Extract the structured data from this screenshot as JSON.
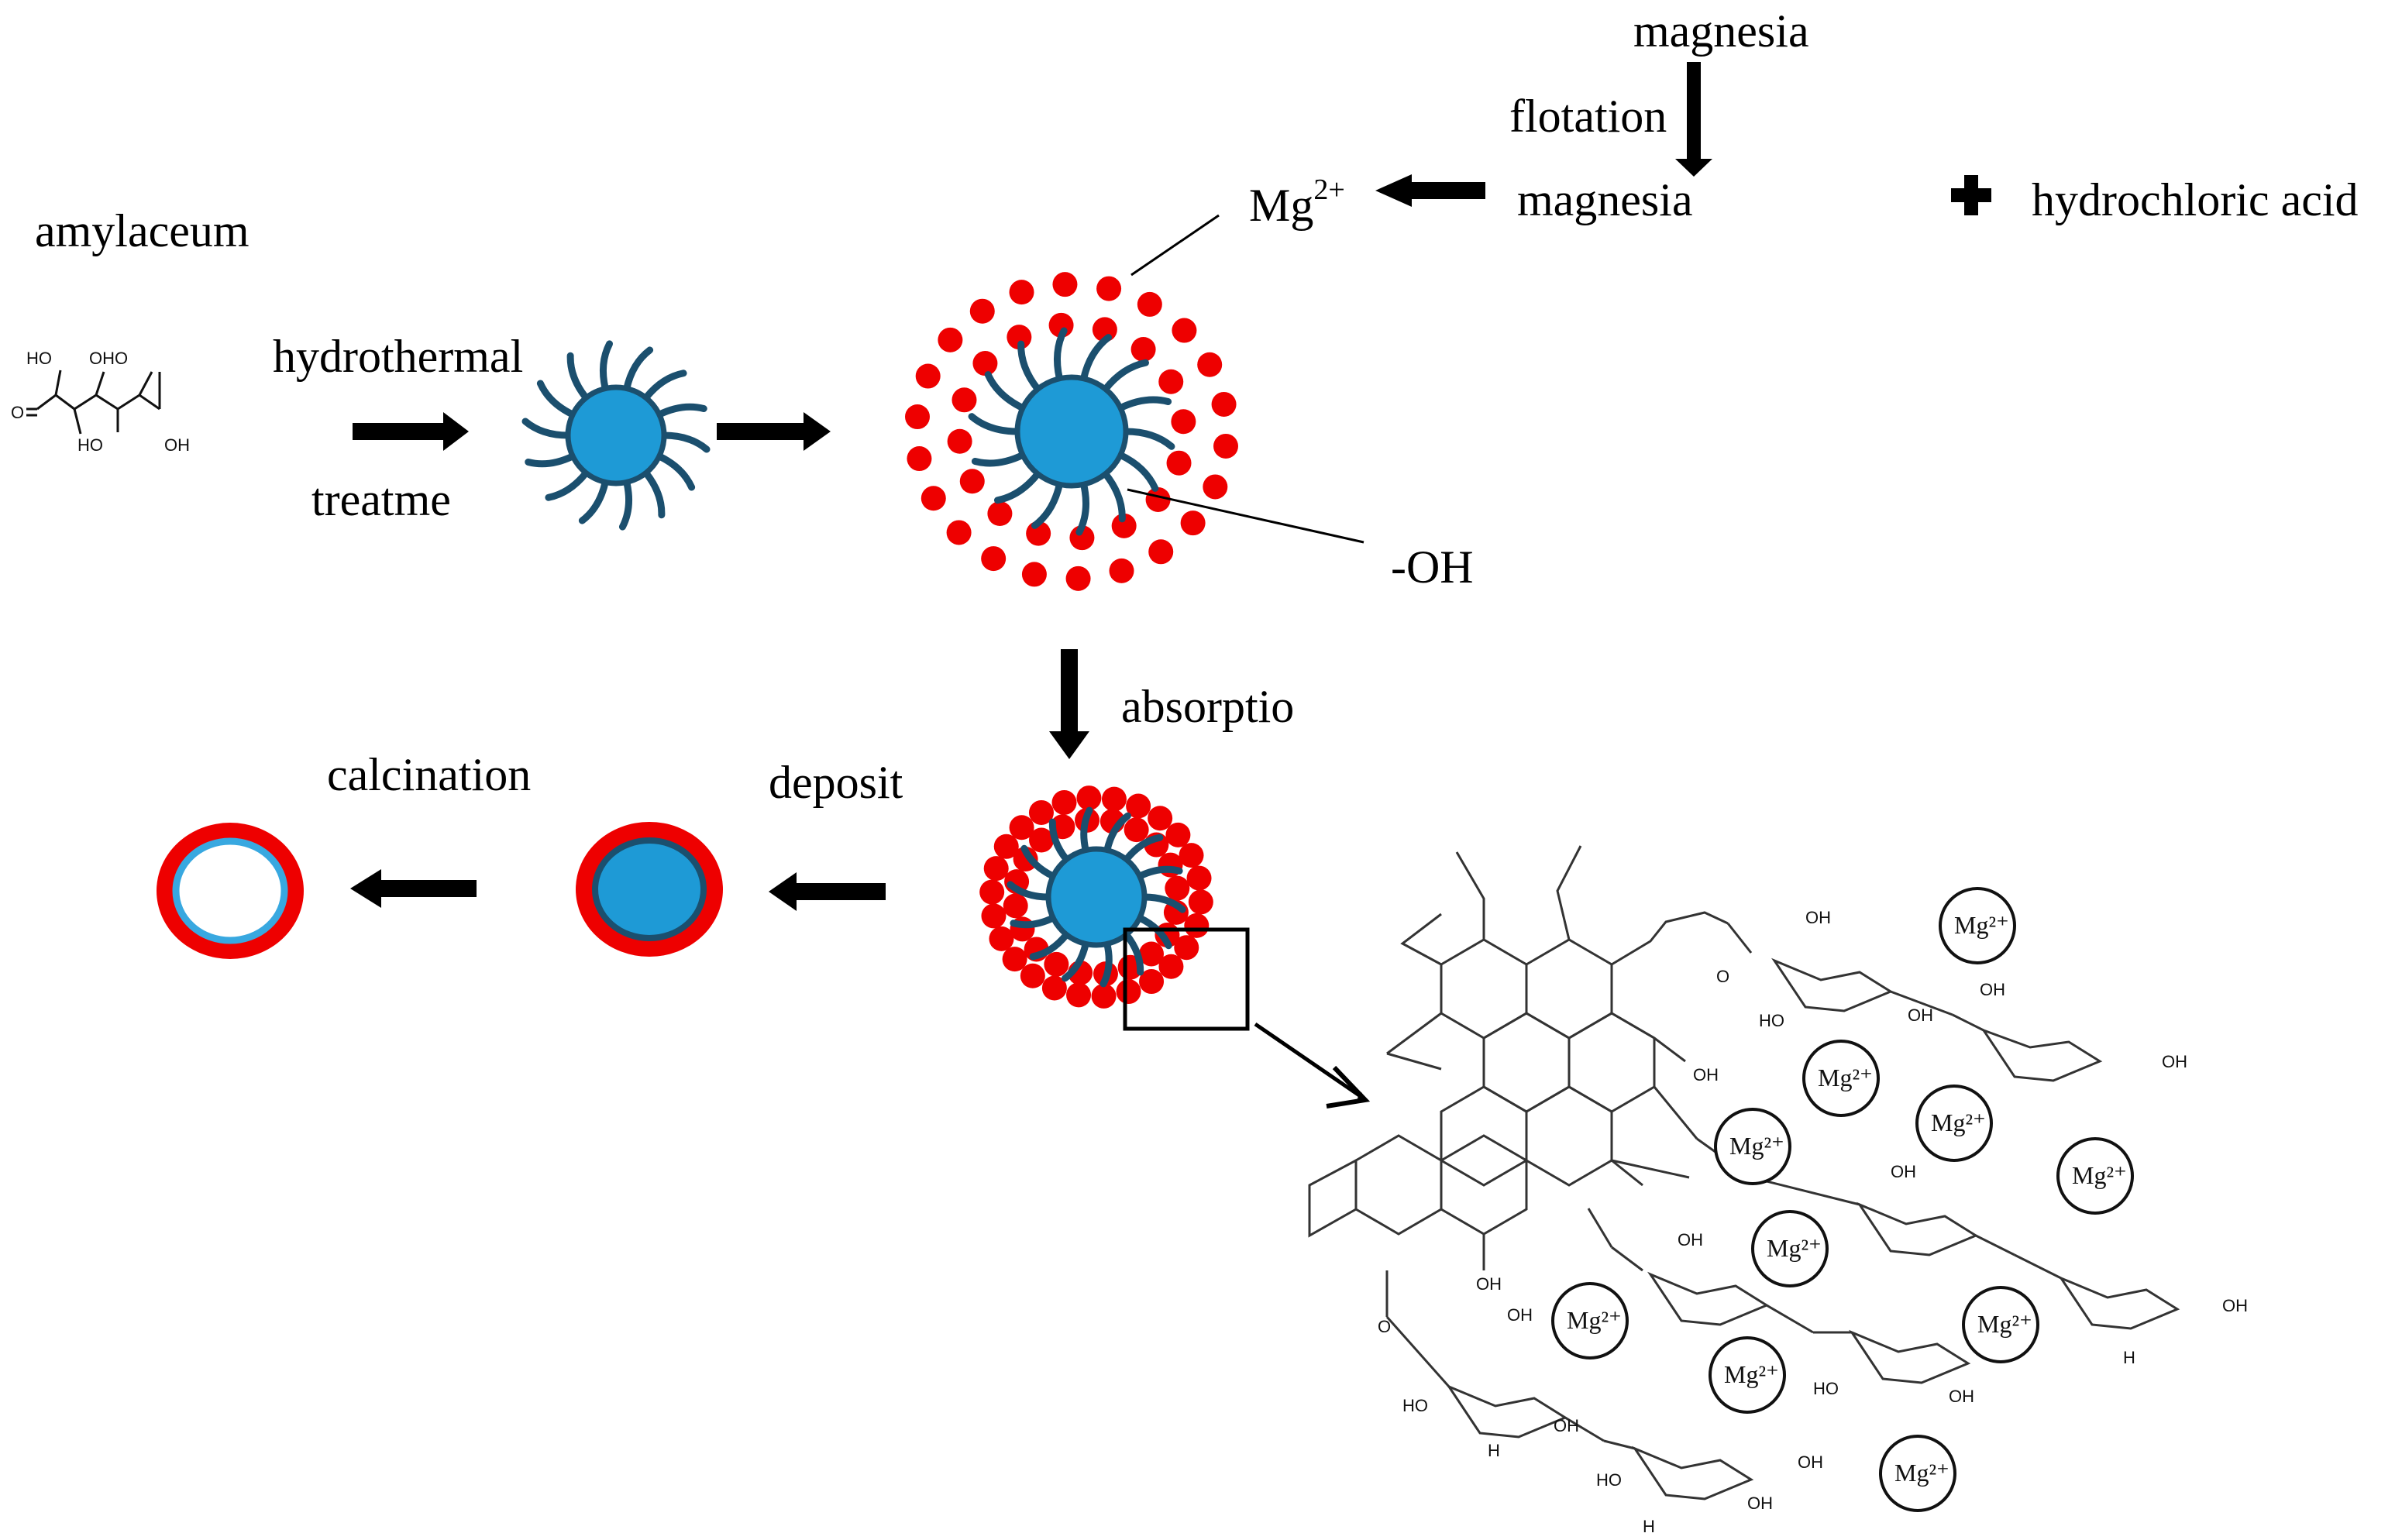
{
  "labels": {
    "magnesia_top": "magnesia",
    "flotation": "flotation",
    "magnesia_mid": "magnesia",
    "mg_ion": "Mg",
    "mg_charge": "2+",
    "hydrochloric_acid": "hydrochloric acid",
    "amylaceum": "amylaceum",
    "hydrothermal": "hydrothermal",
    "treatme": "treatme",
    "oh_group": "-OH",
    "absorptio": "absorptio",
    "deposit": "deposit",
    "calcination": "calcination"
  },
  "glucose_atoms": {
    "ho1": "HO",
    "oho": "OHO",
    "o": "O",
    "ho2": "HO",
    "oh": "OH"
  },
  "structure": {
    "oh": "OH",
    "o": "O",
    "h": "H",
    "ho": "HO",
    "mg_label": "Mg²⁺"
  },
  "colors": {
    "core_blue": "#1e9ad6",
    "core_stroke": "#1b4f6e",
    "ion_red": "#ee0000",
    "shell_red": "#ee0000",
    "shell_light_blue": "#38a8e0"
  }
}
